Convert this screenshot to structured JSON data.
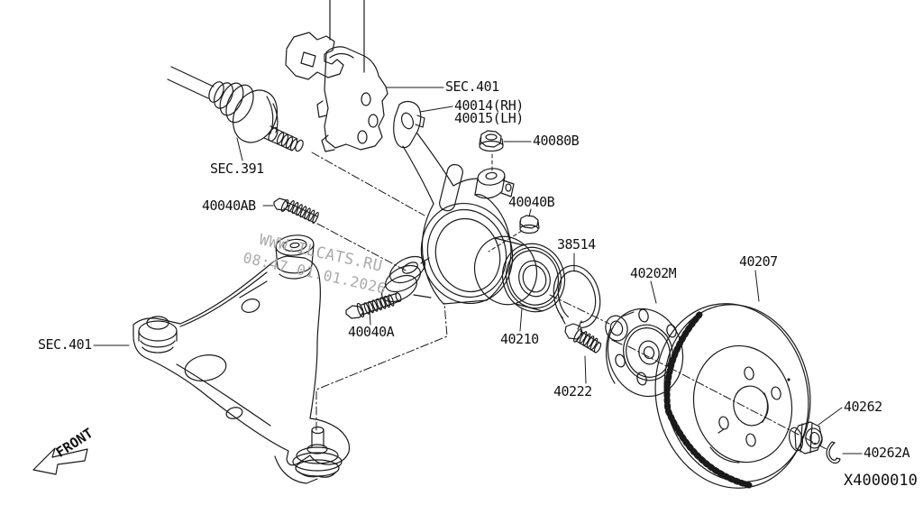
{
  "diagram": {
    "code": "X4000010",
    "front_label": "FRONT",
    "watermark": {
      "line1": "WWW.ILCATS.RU",
      "line2": "08:47 01.01.2026"
    },
    "colors": {
      "line": "#1a1a1a",
      "watermark": "#a9a9a9",
      "background": "#ffffff"
    },
    "labels": {
      "sec401_strut": "SEC.401",
      "knuckle_rh": "40014(RH)",
      "knuckle_lh": "40015(LH)",
      "nut_40080b": "40080B",
      "sec391_axle": "SEC.391",
      "bolt_40040ab": "40040AB",
      "nut_40040b": "40040B",
      "snapring_38514": "38514",
      "hub_40202m": "40202M",
      "rotor_40207": "40207",
      "bolt_40040a": "40040A",
      "bearing_40210": "40210",
      "bolt_40222": "40222",
      "sec401_arm": "SEC.401",
      "nut_40262": "40262",
      "clip_40262a": "40262A"
    }
  }
}
